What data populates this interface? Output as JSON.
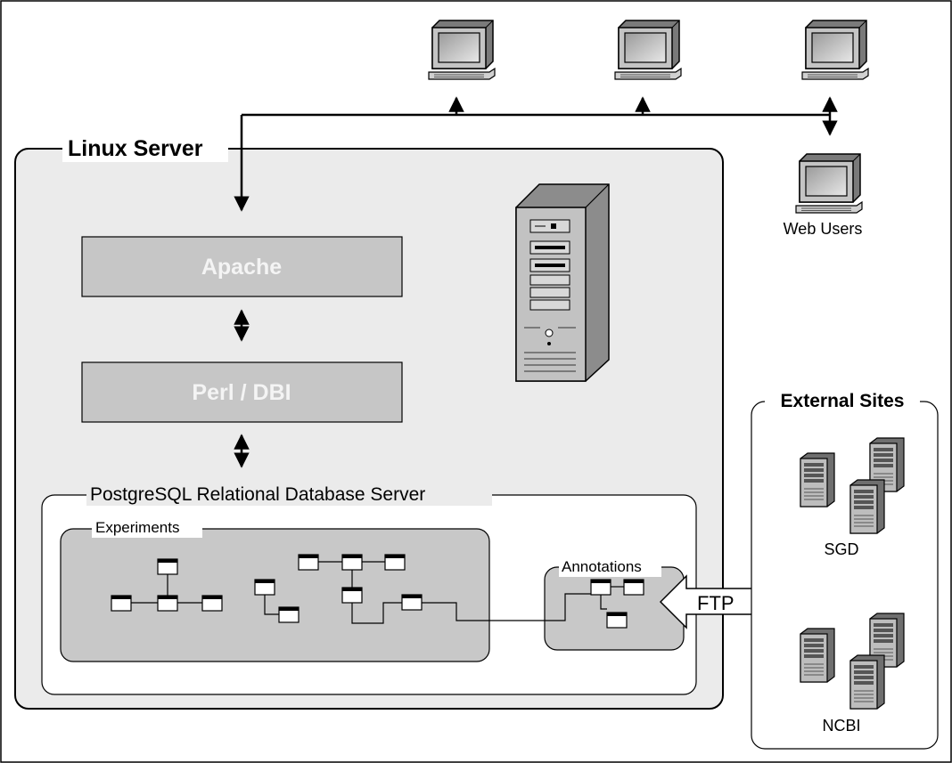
{
  "linux_server": {
    "title": "Linux Server"
  },
  "layers": {
    "apache": "Apache",
    "perl_dbi": "Perl / DBI"
  },
  "database": {
    "title": "PostgreSQL Relational Database Server",
    "experiments_label": "Experiments",
    "annotations_label": "Annotations"
  },
  "ftp": {
    "label": "FTP"
  },
  "web_users": {
    "label": "Web Users"
  },
  "external_sites": {
    "title": "External Sites",
    "sites": [
      "SGD",
      "NCBI"
    ]
  },
  "colors": {
    "panel": "#ebebeb",
    "layer_box": "#c6c6c6",
    "layer_text": "#f4f4f4",
    "inner_box": "#c8c8c8",
    "line": "#000000"
  },
  "icons": [
    "desktop-computer-icon",
    "tower-server-icon",
    "server-cluster-icon"
  ]
}
